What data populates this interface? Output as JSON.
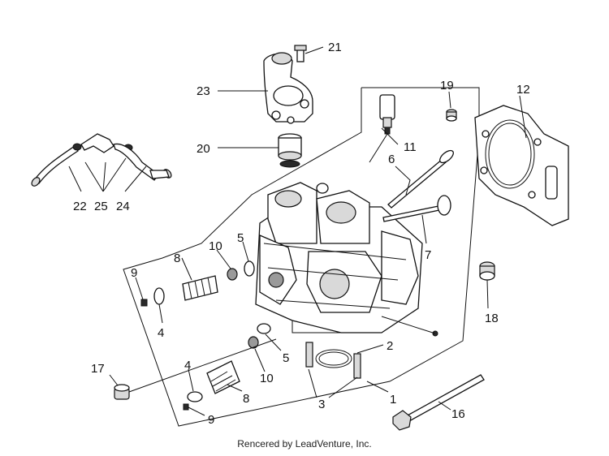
{
  "diagram": {
    "callouts": {
      "c1": "1",
      "c2": "2",
      "c3": "3",
      "c4a": "4",
      "c4b": "4",
      "c5a": "5",
      "c5b": "5",
      "c6": "6",
      "c7": "7",
      "c8a": "8",
      "c8b": "8",
      "c9a": "9",
      "c9b": "9",
      "c10a": "10",
      "c10b": "10",
      "c11": "11",
      "c12": "12",
      "c16": "16",
      "c17": "17",
      "c18": "18",
      "c19": "19",
      "c20": "20",
      "c21": "21",
      "c22": "22",
      "c23": "23",
      "c24": "24",
      "c25": "25"
    }
  },
  "footer": {
    "text": "Rencered by LeadVenture, Inc."
  }
}
